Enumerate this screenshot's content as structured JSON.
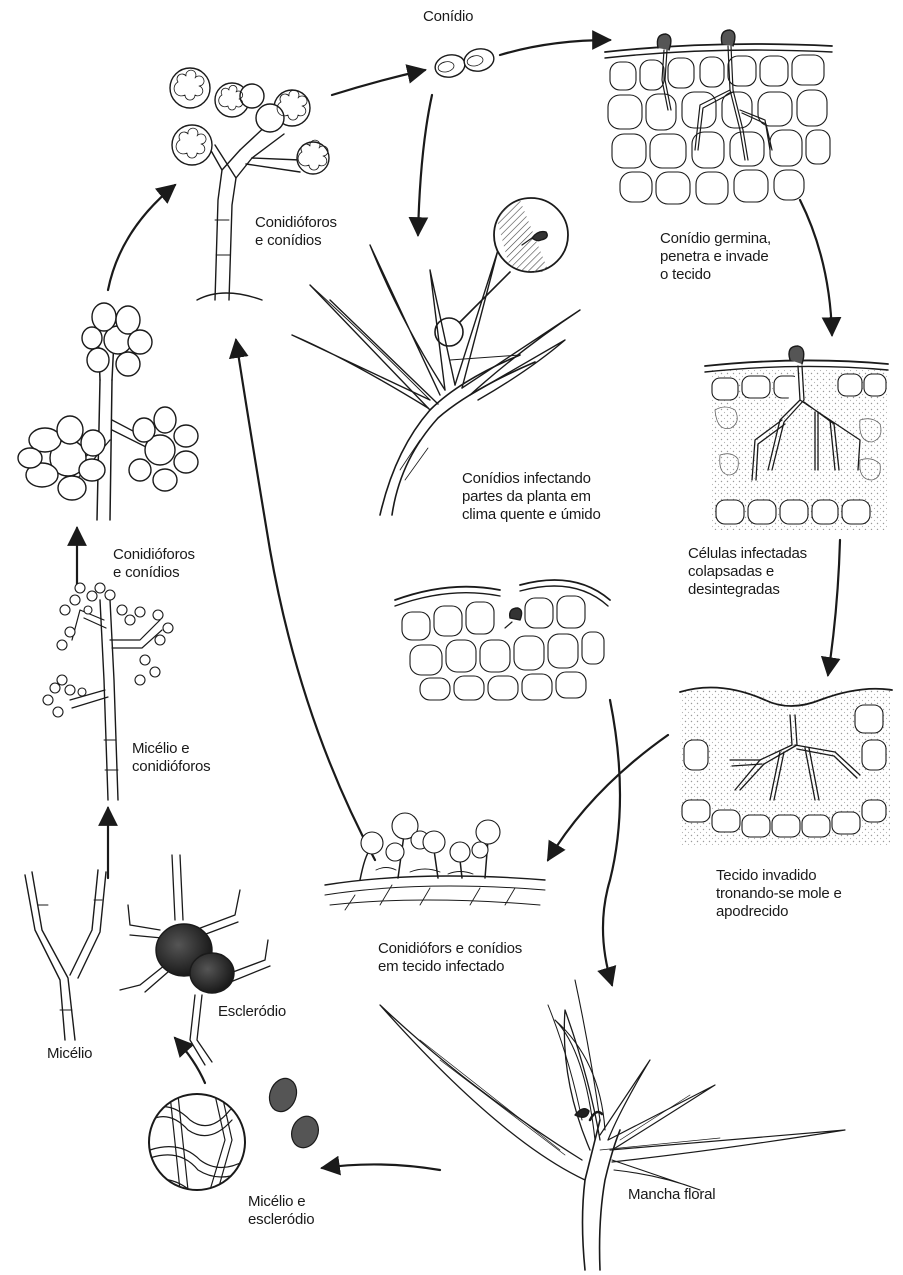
{
  "labels": {
    "conidio": [
      "Conídio"
    ],
    "conidio_germina": [
      "Conídio germina,",
      "penetra e invade",
      "o tecido"
    ],
    "conidioforos_top": [
      "Conidióforos",
      "e conídios"
    ],
    "conidios_infectando": [
      "Conídios infectando",
      "partes da planta em",
      "clima quente e úmido"
    ],
    "celulas_infectadas": [
      "Células infectadas",
      "colapsadas e",
      "desintegradas"
    ],
    "conidioforos_left": [
      "Conidióforos",
      "e conídios"
    ],
    "micelio_conidioforos": [
      "Micélio e",
      "conidióforos"
    ],
    "tecido_invadido": [
      "Tecido invadido",
      "tronando-se mole e",
      "apodrecido"
    ],
    "conidioforos_tecido": [
      "Conidiófors e conídios",
      "em tecido infectado"
    ],
    "esclerodio": [
      "Escleródio"
    ],
    "micelio": [
      "Micélio"
    ],
    "mancha_floral": [
      "Mancha floral"
    ],
    "micelio_esclerodio": [
      "Micélio e",
      "escleródio"
    ]
  },
  "colors": {
    "ink": "#1a1a1a",
    "shade": "#9a9a9a",
    "background": "#ffffff"
  }
}
